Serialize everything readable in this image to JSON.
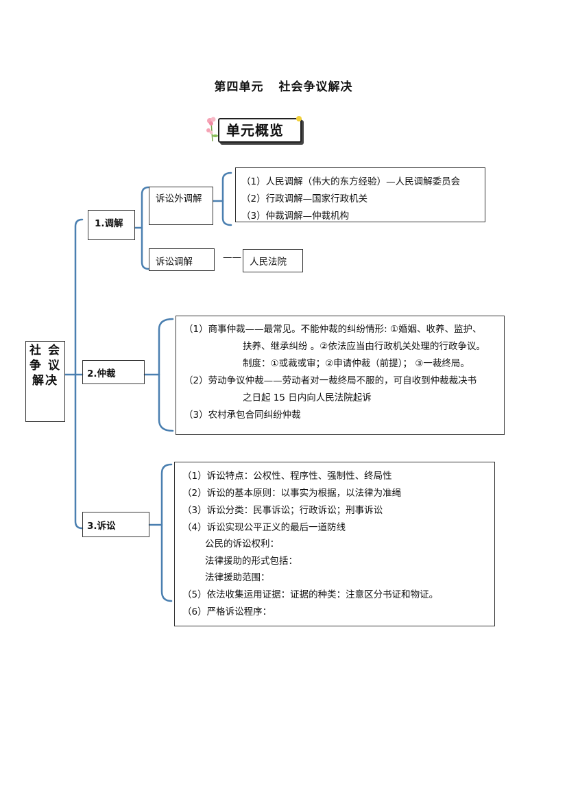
{
  "page": {
    "title_part1": "第四单元",
    "title_part2": "社会争议解决",
    "banner": "单元概览"
  },
  "root": {
    "line1": "社 会",
    "line2": "争 议",
    "line3": "解决"
  },
  "mediation": {
    "label": "1.调解",
    "outside": {
      "label": "诉讼外调解",
      "items": [
        "（1）人民调解（伟大的东方经验）—人民调解委员会",
        "（2）行政调解—国家行政机关",
        "（3）仲裁调解—仲裁机构"
      ]
    },
    "litigation": {
      "label": "诉讼调解",
      "connector": "——",
      "target": "人民法院"
    }
  },
  "arbitration": {
    "label": "2.仲裁",
    "lines": [
      "（1）商事仲裁——最常见。不能仲裁的纠纷情形: ①婚姻、收养、监护、",
      "扶养、继承纠纷 。②依法应当由行政机关处理的行政争议。",
      "制度：①或裁或审；②申请仲裁（前提）；  ③一裁终局。",
      "（2）劳动争议仲裁——劳动者对一裁终局不服的，可自收到仲裁裁决书",
      "之日起 15 日内向人民法院起诉",
      "（3）农村承包合同纠纷仲裁"
    ]
  },
  "litigation": {
    "label": "3.诉讼",
    "lines": [
      "（1）诉讼特点：公权性、程序性、强制性、终局性",
      "（2）诉讼的基本原则：以事实为根据，以法律为准绳",
      "（3）诉讼分类：民事诉讼；行政诉讼；刑事诉讼",
      "（4）诉讼实现公平正义的最后一道防线",
      "公民的诉讼权利：",
      "法律援助的形式包括：",
      "法律援助范围：",
      "（5）依法收集运用证据：证据的种类：注意区分书证和物证。",
      "（6）严格诉讼程序："
    ]
  },
  "colors": {
    "bracket": "#4a7fb0",
    "border": "#333333"
  }
}
